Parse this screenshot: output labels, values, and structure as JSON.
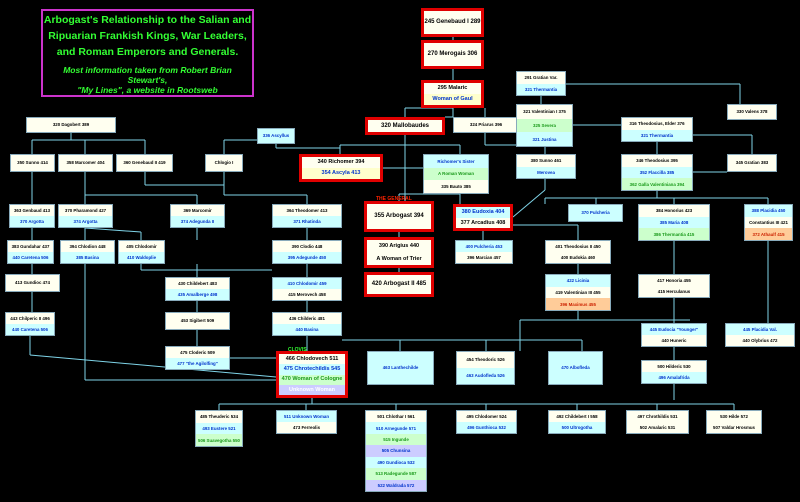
{
  "title": {
    "line1": "Arbogast's Relationship to the Salian and",
    "line2": "Ripuarian Frankish Kings, War Leaders,",
    "line3": "and Roman Emperors and Generals.",
    "sub1": "Most information taken from Robert Brian Stewart's,",
    "sub2": "\"My Lines\", a website in Rootsweb"
  },
  "labels": {
    "the_general": "THE GENERAL",
    "clovis": "CLOVIS"
  },
  "colors": {
    "line": "#7fd4e8",
    "accent_red": "#e00000",
    "title_green": "#33ff33",
    "title_border": "#cc33cc"
  },
  "boxes": {
    "genebaud": [
      "245 Genebaud I 289"
    ],
    "merogais": [
      "270 Merogais 306"
    ],
    "malaric": [
      "295 Malaric",
      "Woman of Gaul"
    ],
    "mallobaudes": [
      "320 Mallobaudes"
    ],
    "richomer": [
      "340 Richomer 394",
      "354 Ascyla 413"
    ],
    "richomer_sister": [
      "Richomer's Sister",
      "A Roman Woman",
      "335  Bauto  385"
    ],
    "arbogast": [
      "355 Arbogast 394"
    ],
    "arigius": [
      "390 Arigius 440",
      "A Woman of Trier"
    ],
    "arbogast2": [
      "420 Arbogast II 485"
    ],
    "eudoxia": [
      "380 Eudoxia 404",
      "377 Arcadius 408"
    ],
    "dagobert": [
      "320 Dagobert 389"
    ],
    "sunno": [
      "350 Sunno 414"
    ],
    "marcomer": [
      "358 Marcomer 404"
    ],
    "genebaud2": [
      "360 Genebaud II 419"
    ],
    "chlogio": [
      "Chlogio I"
    ],
    "ascyllus": [
      "336 Ascyllus"
    ],
    "priarus": [
      "324 Priarus 396"
    ],
    "sunno2": [
      "380 Sunno 461",
      "Merovea"
    ],
    "gratian": [
      "291 Gratian Var.",
      "321 Thermantia"
    ],
    "valentinian": [
      "321 Valentinian I 375",
      "325 Severa",
      "321 Justina"
    ],
    "theodosius_elder": [
      "316 Theodosius, Elder 376",
      "321 Thermantia"
    ],
    "valens": [
      "330 Valens 378"
    ],
    "theodosius": [
      "346 Theodosius 395",
      "352 Flaccilla 385",
      "362 Galla Valentiniana 394"
    ],
    "gratian2": [
      "345 Gratian 383"
    ],
    "genebaud3": [
      "363 Genbaud 413",
      "370 Argotta"
    ],
    "pharamond": [
      "370 Pharamond 427",
      "374 Argotta"
    ],
    "marcomir": [
      "369 Marcomir",
      "374 Adegunda II"
    ],
    "theodomer": [
      "364 Theodomer 413",
      "371 Rhatinda"
    ],
    "pulcheria": [
      "370 Pulcheria"
    ],
    "honorius": [
      "384 Honorius 423",
      "385 Maria 408",
      "386 Thermantia 415"
    ],
    "placidia": [
      "388 Placidia 450",
      "Constantius III 421",
      "372 Athaulf 415"
    ],
    "gundahar": [
      "383 Gundahar 437",
      "440 Caretena 506"
    ],
    "chlodion": [
      "394 Chlodion 448",
      "385 Basina"
    ],
    "chlodomir": [
      "405 Chlodomir",
      "410 Waldoplie"
    ],
    "clodio": [
      "390 Clodio 448",
      "395 Adegunde 450"
    ],
    "pulcheria2": [
      "400 Pulcheria 453",
      "396 Marcian 457"
    ],
    "theodosius2": [
      "401 Theodosius II 450",
      "400 Eudokia 460"
    ],
    "licinia": [
      "422 Licinia",
      "419 Valentinian III 455",
      "396 Maximus 455"
    ],
    "gundioc": [
      "413 Gundioc 474"
    ],
    "childebert": [
      "430 Childebert 483",
      "435 Amalberge 498"
    ],
    "chlodomir2": [
      "410 Chlodomir 459",
      "415 Merovech 458"
    ],
    "honoria": [
      "417 Honoria 455",
      "415 Herculanus"
    ],
    "chilperic": [
      "443 Chilperic II 496",
      "440 Caretena 506"
    ],
    "sigibert": [
      "453 Sigibert 509"
    ],
    "childeric": [
      "436 Childeric 481",
      "440 Basina"
    ],
    "eudocia": [
      "445 Eudocia \"Younger\"",
      "440 Huneric"
    ],
    "placidia2": [
      "445 Placidia Val.",
      "440 Olybrius 472"
    ],
    "cloderic": [
      "475 Cloderic 509",
      "477 \"the Agilolfing\""
    ],
    "chlodovech": [
      "466 Chlodovech 511",
      "475 Chrotechildis 545",
      "470 Woman of Cologne",
      "Unknown Woman"
    ],
    "lanthechilde": [
      "463 Lanthechilde"
    ],
    "theodoric_duke": [
      "454 Theodoric 526",
      "463 Audofleda 526"
    ],
    "albofleda": [
      "470 Albofleda"
    ],
    "hilderic": [
      "500 Hilderic 530",
      "496 Amalafrida"
    ],
    "theuderic": [
      "485 Theuderic 534",
      "493 Eustere 521",
      "506 Suavegotha 550"
    ],
    "unknown_woman": [
      "511 Unknown Woman",
      "473 Ferreolis"
    ],
    "chlothar": [
      "501 Chlothar I 561",
      "510 Arnegunde 571",
      "515 Ingunde",
      "505 Chunsina",
      "490 Gundioca 532",
      "513 Radegunde 587",
      "522 Waldrada 572"
    ],
    "chlodomer": [
      "495 Chlodomer 524",
      "496 Gunthioca 532"
    ],
    "childebert2": [
      "492 Childebert I 558",
      "500 Ultrogotha"
    ],
    "chrothild": [
      "497 Chrothildis 531",
      "502 Amalaric 531"
    ],
    "hilde": [
      "530 Hilde 572",
      "507 Valdar Hrosmus"
    ]
  }
}
